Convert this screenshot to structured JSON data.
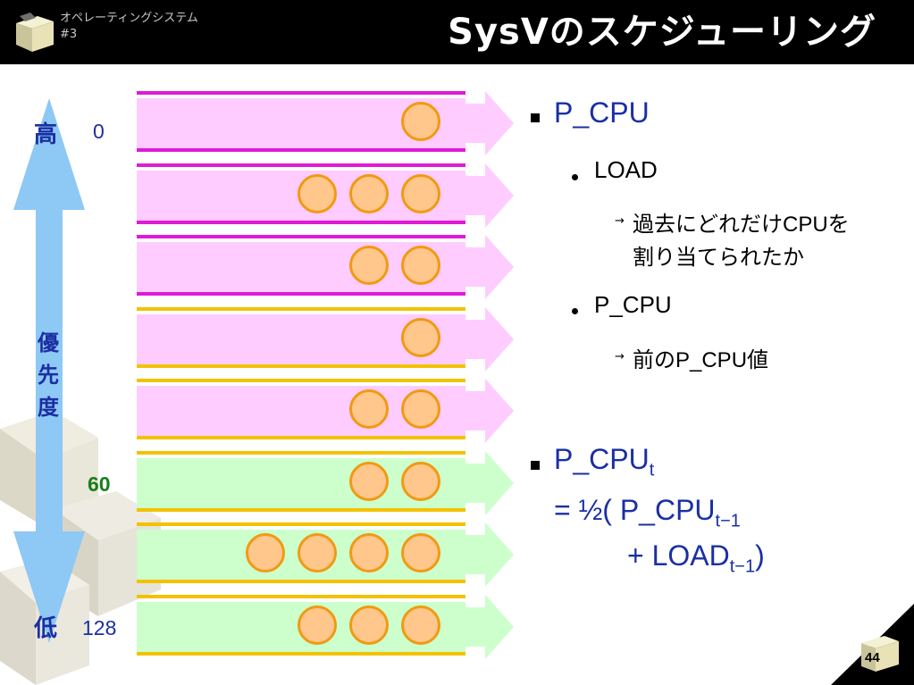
{
  "header": {
    "course": "オペレーティングシステム",
    "lecture": "#3",
    "title": "SysVのスケジューリング"
  },
  "priority": {
    "high_label": "高",
    "low_label": "低",
    "axis_label": [
      "優",
      "先",
      "度"
    ],
    "values": [
      "0",
      "60",
      "128"
    ]
  },
  "queues": [
    {
      "band_color": "#ffccff",
      "rule_color": "#e01ad6",
      "processes": 1
    },
    {
      "band_color": "#ffccff",
      "rule_color": "#e01ad6",
      "processes": 3
    },
    {
      "band_color": "#ffccff",
      "rule_color": "#e01ad6",
      "processes": 2
    },
    {
      "band_color": "#ffccff",
      "rule_color": "#f2c200",
      "processes": 1
    },
    {
      "band_color": "#ffccff",
      "rule_color": "#f2c200",
      "processes": 2
    },
    {
      "band_color": "#ccffcc",
      "rule_color": "#f2c200",
      "processes": 2
    },
    {
      "band_color": "#ccffcc",
      "rule_color": "#f2c200",
      "processes": 4
    },
    {
      "band_color": "#ccffcc",
      "rule_color": "#f2c200",
      "processes": 3
    }
  ],
  "notes": {
    "p_cpu": "P_CPU",
    "load": "LOAD",
    "load_desc_1": "過去にどれだけCPUを",
    "load_desc_2": "割り当てられたか",
    "p_cpu_sub": "P_CPU",
    "p_cpu_desc": "前のP_CPU値",
    "formula_lhs": "P_CPU",
    "formula_lhs_sub": "t",
    "formula_eq": "= ½( P_CPU",
    "formula_sub1": "t−1",
    "formula_plus": "+ LOAD",
    "formula_sub2": "t−1",
    "formula_close": ")"
  },
  "page_number": "44",
  "colors": {
    "accent_text": "#1a2fa3",
    "arrow_blue": "#8ec8f5",
    "process_fill": "#ffc78c",
    "process_stroke": "#f19a12",
    "green_value": "#1b7d1b"
  }
}
